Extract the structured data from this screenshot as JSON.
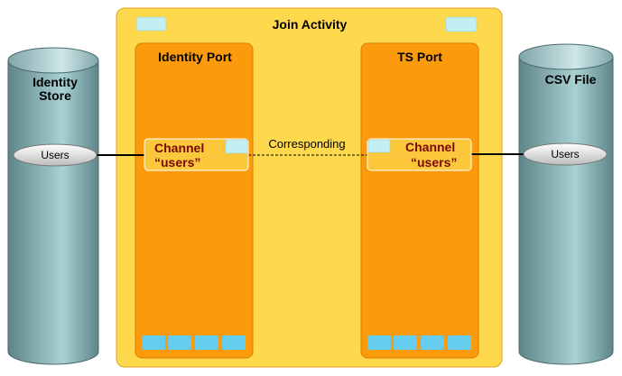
{
  "join_activity": {
    "title": "Join Activity"
  },
  "identity_port": {
    "title": "Identity Port",
    "channel_line1": "Channel",
    "channel_line2": "“users”"
  },
  "ts_port": {
    "title": "TS Port",
    "channel_line1": "Channel",
    "channel_line2": "“users”"
  },
  "connection_label": "Corresponding",
  "identity_store": {
    "line1": "Identity",
    "line2": "Store",
    "pill": "Users"
  },
  "csv_file": {
    "title": "CSV File",
    "pill": "Users"
  },
  "colors": {
    "activity_fill": "#fed94e",
    "port_fill": "#fb9b0c",
    "channel_fill": "#fbc83c",
    "cylinder_dark": "#5e8589",
    "cylinder_light": "#a9d0d2",
    "marker_fill": "#c2f0f2",
    "square_fill": "#66ccee",
    "channel_text": "#7a0808"
  }
}
